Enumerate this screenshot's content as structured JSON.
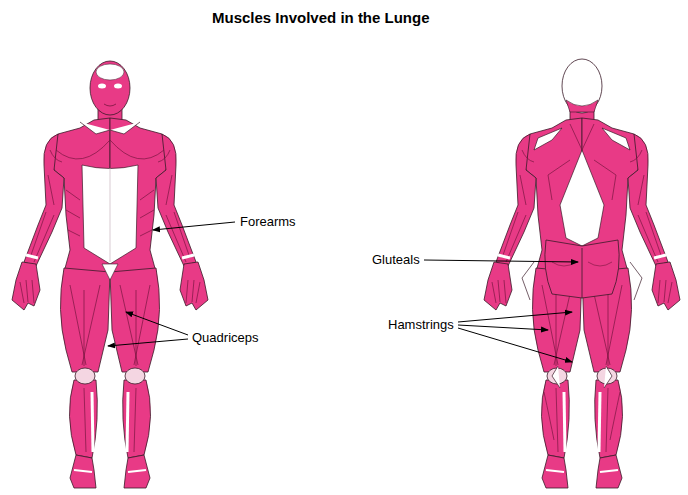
{
  "diagram": {
    "title": "Muscles Involved in the Lunge",
    "labels": [
      "Forearms",
      "Quadriceps",
      "Gluteals",
      "Hamstrings"
    ]
  }
}
